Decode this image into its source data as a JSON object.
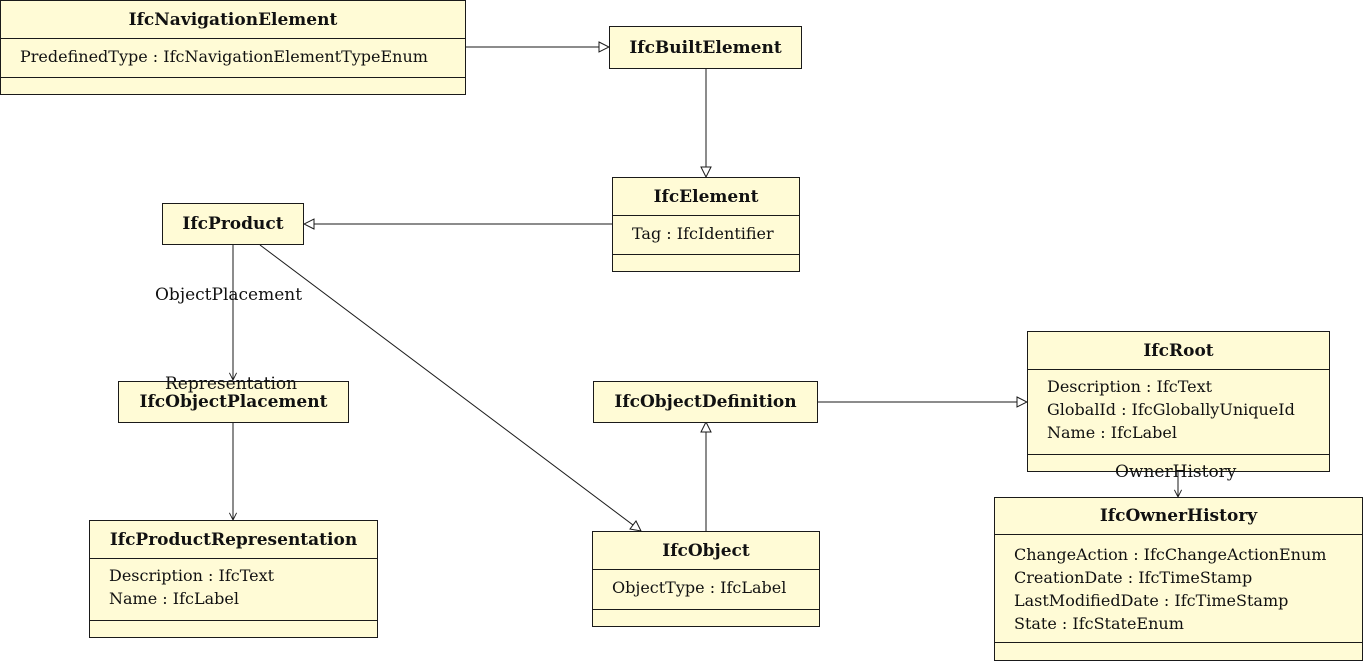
{
  "classes": {
    "navigation_element": {
      "name": "IfcNavigationElement",
      "attributes": [
        "PredefinedType : IfcNavigationElementTypeEnum"
      ]
    },
    "built_element": {
      "name": "IfcBuiltElement",
      "attributes": []
    },
    "element": {
      "name": "IfcElement",
      "attributes": [
        "Tag : IfcIdentifier"
      ]
    },
    "product": {
      "name": "IfcProduct",
      "attributes": []
    },
    "object_placement": {
      "name": "IfcObjectPlacement",
      "attributes": []
    },
    "product_representation": {
      "name": "IfcProductRepresentation",
      "attributes": [
        "Description : IfcText",
        "Name : IfcLabel"
      ]
    },
    "object_definition": {
      "name": "IfcObjectDefinition",
      "attributes": []
    },
    "object": {
      "name": "IfcObject",
      "attributes": [
        "ObjectType : IfcLabel"
      ]
    },
    "root": {
      "name": "IfcRoot",
      "attributes": [
        "Description : IfcText",
        "GlobalId : IfcGloballyUniqueId",
        "Name : IfcLabel"
      ]
    },
    "owner_history": {
      "name": "IfcOwnerHistory",
      "attributes": [
        "ChangeAction : IfcChangeActionEnum",
        "CreationDate : IfcTimeStamp",
        "LastModifiedDate : IfcTimeStamp",
        "State : IfcStateEnum"
      ]
    }
  },
  "associations": {
    "object_placement": "ObjectPlacement",
    "representation": "Representation",
    "owner_history": "OwnerHistory"
  }
}
